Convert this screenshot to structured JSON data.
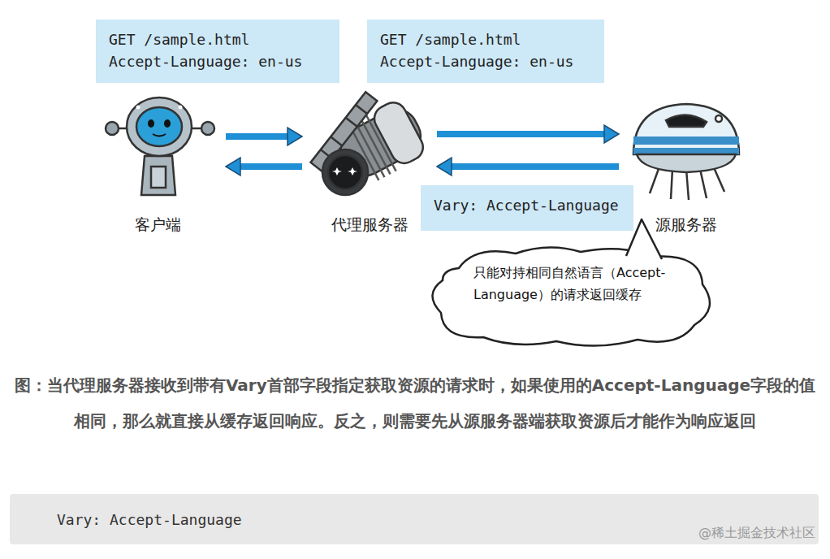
{
  "diagram": {
    "caption": "图：当代理服务器接收到带有Vary首部字段指定获取资源的请求时，如果使用的Accept-Language字段的值相同，那么就直接从缓存返回响应。反之，则需要先从源服务器端获取资源后才能作为响应返回",
    "nodes": [
      {
        "text": [
          "GET /sample.html",
          "Accept-Language: en-us"
        ]
      },
      {
        "text": [
          "GET /sample.html",
          "Accept-Language: en-us"
        ]
      },
      {
        "text": [
          "客户端"
        ]
      },
      {
        "text": [
          "代理服务器"
        ]
      },
      {
        "text": [
          "源服务器"
        ]
      },
      {
        "text": [
          "Vary: Accept-Language"
        ]
      },
      {
        "text": [
          "只能对持相同自然语言（Accept-Language）的请求返回缓存"
        ]
      },
      {
        "text": [
          "Vary: Accept-Language"
        ]
      }
    ],
    "edges": [
      {
        "from": 2,
        "to": 3,
        "arrow": "to"
      },
      {
        "from": 3,
        "to": 2,
        "arrow": "to"
      },
      {
        "from": 3,
        "to": 4,
        "arrow": "to"
      },
      {
        "from": 4,
        "to": 3,
        "arrow": "to"
      }
    ],
    "labels": [
      "@稀土掘金技术社区"
    ]
  }
}
